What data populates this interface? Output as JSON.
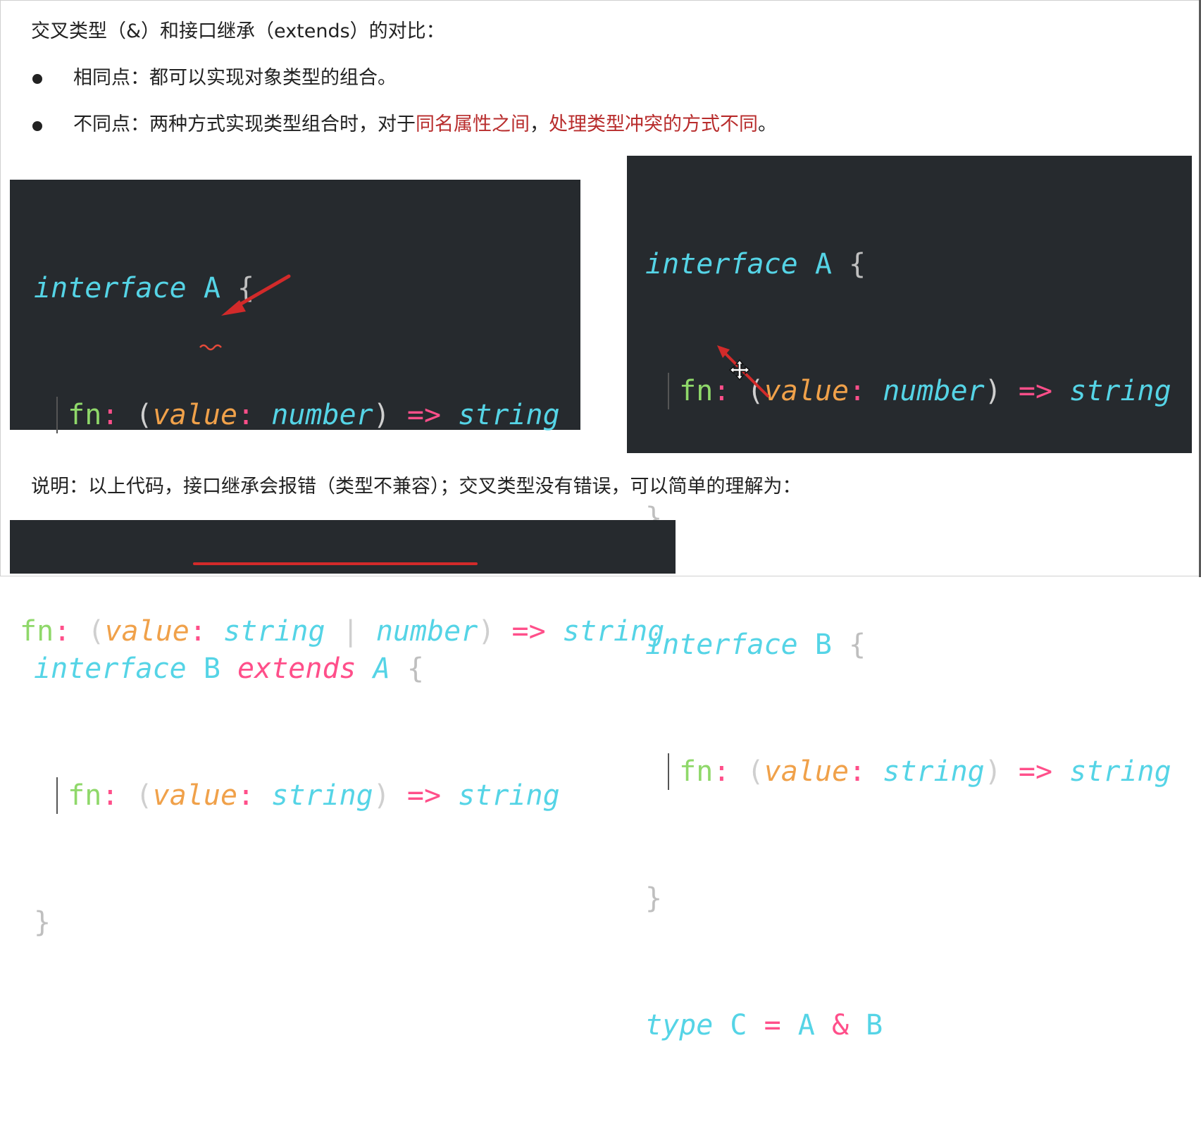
{
  "heading": "交叉类型（&）和接口继承（extends）的对比：",
  "bullets": [
    {
      "prefix": "相同点：都可以实现对象类型的组合。"
    },
    {
      "prefix": "不同点：两种方式实现类型组合时，对于",
      "highlight1": "同名属性之间",
      "sep": "，",
      "highlight2": "处理类型冲突的方式不同",
      "suffix": "。"
    }
  ],
  "left_code": {
    "kw_interface": "interface",
    "name_a": "A",
    "name_b": "B",
    "kw_extends": "extends",
    "open_brace": "{",
    "close_brace": "}",
    "prop": "fn",
    "colon": ":",
    "param": "value",
    "type_number": "number",
    "type_string": "string",
    "arrow": "=>",
    "lparen": "(",
    "rparen": ")"
  },
  "right_code": {
    "kw_interface": "interface",
    "kw_type": "type",
    "name_a": "A",
    "name_b": "B",
    "name_c": "C",
    "eq": "=",
    "amp": "&",
    "open_brace": "{",
    "close_brace": "}",
    "prop": "fn",
    "colon": ":",
    "param": "value",
    "type_number": "number",
    "type_string": "string",
    "arrow": "=>",
    "lparen": "(",
    "rparen": ")"
  },
  "note": "说明：以上代码，接口继承会报错（类型不兼容）；交叉类型没有错误，可以简单的理解为：",
  "bottom_code": {
    "prop": "fn",
    "colon": ":",
    "lparen": "(",
    "param": "value",
    "type_string": "string",
    "pipe": "|",
    "type_number": "number",
    "rparen": ")",
    "arrow": "=>",
    "return_type": "string"
  },
  "colors": {
    "code_bg": "#262a2e",
    "keyword": "#55d4e6",
    "function": "#8fd86a",
    "parameter": "#f0a14a",
    "operator": "#ff4f8a",
    "annotation_red": "#d22a2a",
    "highlight_text": "#b82c2c"
  },
  "icons": [
    "move-cursor-icon",
    "red-arrow-annotation",
    "red-underline-annotation"
  ]
}
